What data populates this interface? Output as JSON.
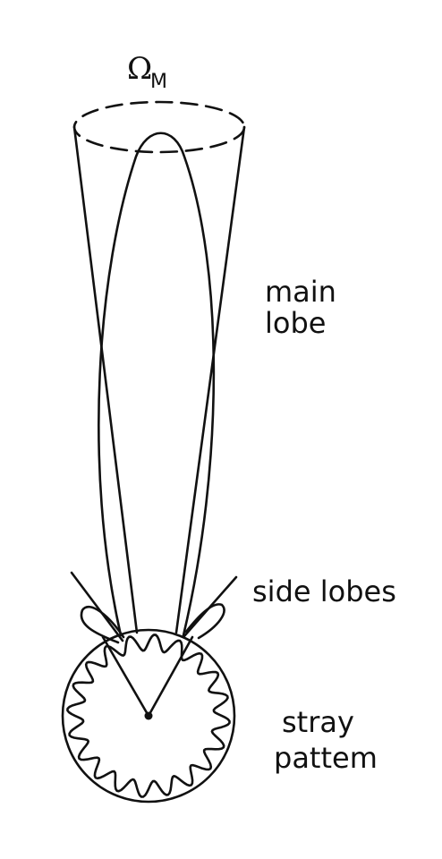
{
  "labels": {
    "omega_symbol": "Ω",
    "omega_subscript": "M",
    "main_lobe_line1": "main",
    "main_lobe_line2": "lobe",
    "side_lobes": "side lobes",
    "stray_line1": "stray",
    "stray_line2": "pattem"
  },
  "colors": {
    "ink": "#111111",
    "background": "#ffffff"
  }
}
